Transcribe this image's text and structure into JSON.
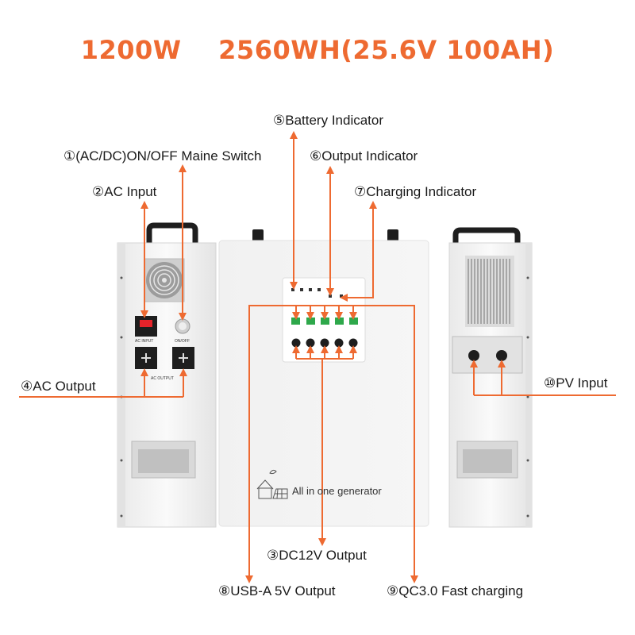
{
  "title": "1200W    2560WH(25.6V 100AH)",
  "colors": {
    "accent": "#ee6a31",
    "text": "#1a1a1a",
    "body": "#f4f4f4",
    "body_edge": "#d8d8d8",
    "handle": "#1e1e1e"
  },
  "callouts": {
    "battery_indicator": "⑤Battery Indicator",
    "main_switch": "①(AC/DC)ON/OFF  Maine Switch",
    "output_indicator": "⑥Output Indicator",
    "ac_input": "②AC Input",
    "charging_indicator": "⑦Charging Indicator",
    "ac_output": "④AC Output",
    "pv_input": "⑩PV Input",
    "dc12v_output": "③DC12V Output",
    "usb_a_output": "⑧USB-A 5V Output",
    "qc30_fast_charging": "⑨QC3.0 Fast charging"
  },
  "panel_labels": {
    "ac_input": "AC INPUT",
    "on_off": "ON/OFF",
    "ac_output": "AC OUTPUT"
  },
  "brand_text": "All in one generator",
  "icons": [
    "fan-grille-icon",
    "house-solar-icon",
    "universal-socket-icon",
    "power-button-icon",
    "arrow-icon"
  ]
}
